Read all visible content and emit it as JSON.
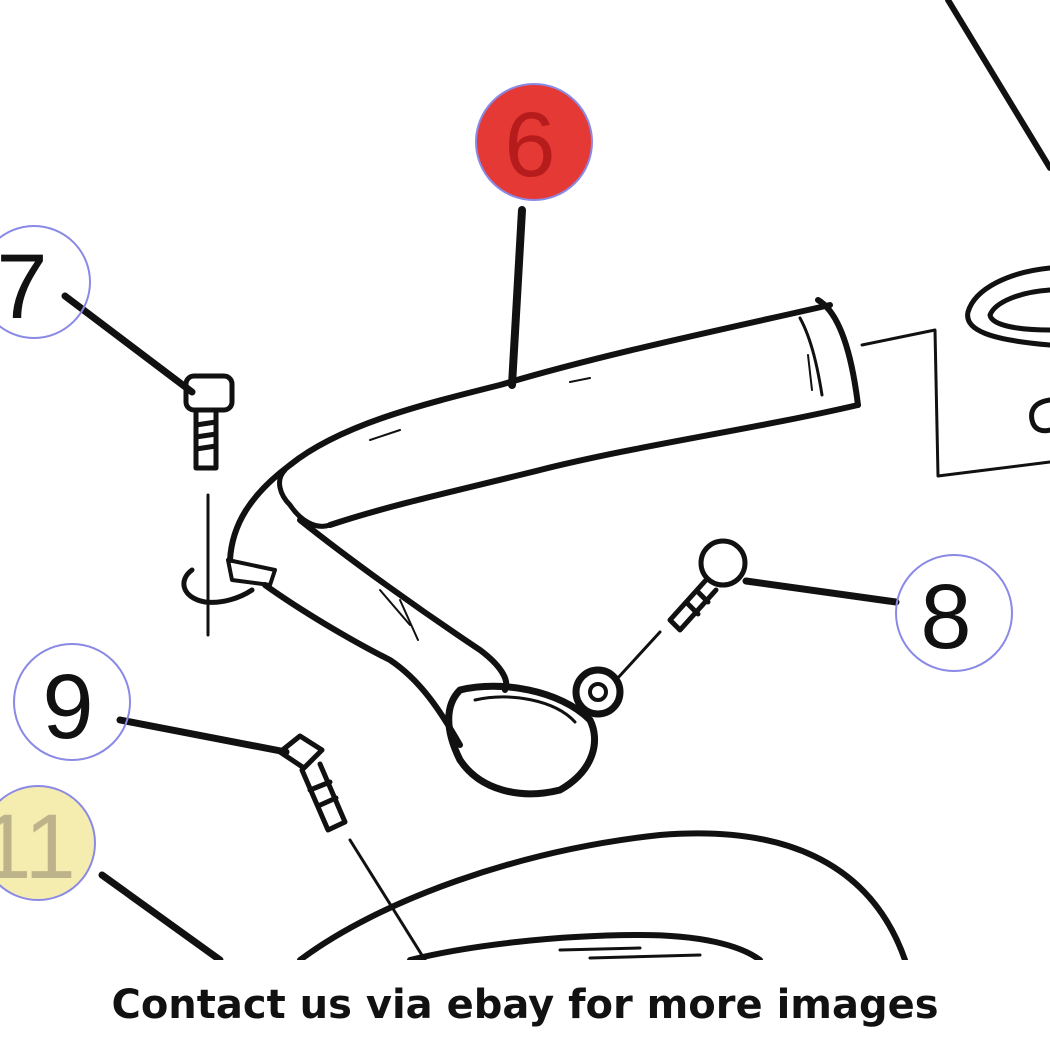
{
  "callouts": {
    "c6": {
      "label": "6",
      "fill": "#e53935",
      "text_color": "#b71c1c"
    },
    "c7": {
      "label": "7"
    },
    "c8": {
      "label": "8"
    },
    "c9": {
      "label": "9"
    },
    "c11": {
      "label": "11",
      "fill": "#f5ecb0",
      "text_color": "#bdb38a"
    }
  },
  "colors": {
    "ring": "#8a8ae6",
    "line": "#111111"
  },
  "footer": {
    "text": "Contact us via ebay for more images"
  }
}
